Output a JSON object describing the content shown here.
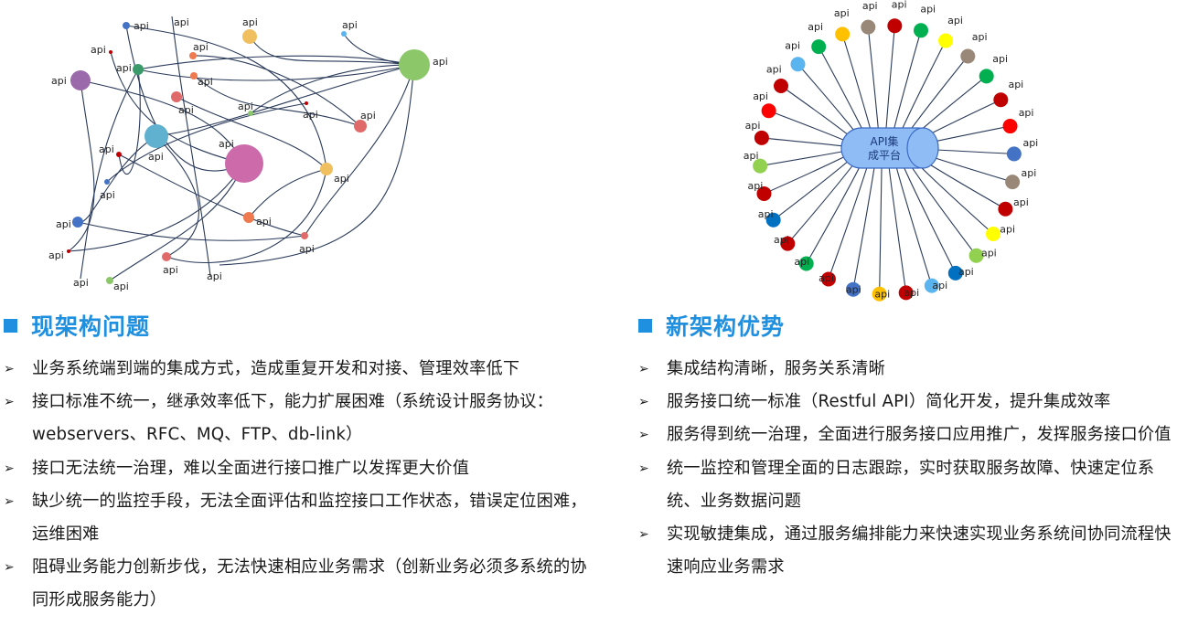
{
  "left_diagram": {
    "node_label": "api"
  },
  "right_diagram": {
    "hub_label_line1": "API集",
    "hub_label_line2": "成平台",
    "node_label": "api",
    "node_colors": [
      "#c00000",
      "#00b050",
      "#ffff00",
      "#998877",
      "#00b050",
      "#c00000",
      "#ff0000",
      "#4472c4",
      "#998877",
      "#c00000",
      "#ffff00",
      "#92d050",
      "#0070c0",
      "#5ab4f0",
      "#c00000",
      "#ffc000",
      "#4472c4",
      "#c00000",
      "#00b050",
      "#c00000",
      "#0070c0",
      "#c00000",
      "#92d050",
      "#c00000",
      "#ff0000",
      "#c00000",
      "#5ab4f0",
      "#00b050",
      "#ffc000",
      "#998877"
    ]
  },
  "old_architecture": {
    "title": "现架构问题",
    "items": [
      "业务系统端到端的集成方式，造成重复开发和对接、管理效率低下",
      "接口标准不统一，继承效率低下，能力扩展困难（系统设计服务协议：webservers、RFC、MQ、FTP、db-link）",
      "接口无法统一治理，难以全面进行接口推广以发挥更大价值",
      "缺少统一的监控手段，无法全面评估和监控接口工作状态，错误定位困难，运维困难",
      "阻碍业务能力创新步伐，无法快速相应业务需求（创新业务必须多系统的协同形成服务能力）"
    ]
  },
  "new_architecture": {
    "title": "新架构优势",
    "items": [
      "集成结构清晰，服务关系清晰",
      "服务接口统一标准（Restful API）简化开发，提升集成效率",
      "服务得到统一治理，全面进行服务接口应用推广，发挥服务接口价值",
      "统一监控和管理全面的日志跟踪，实时获取服务故障、快速定位系统、业务数据问题",
      "实现敏捷集成，通过服务编排能力来快速实现业务系统间协同流程快速响应业务需求"
    ]
  },
  "bullet_symbol": "➢"
}
